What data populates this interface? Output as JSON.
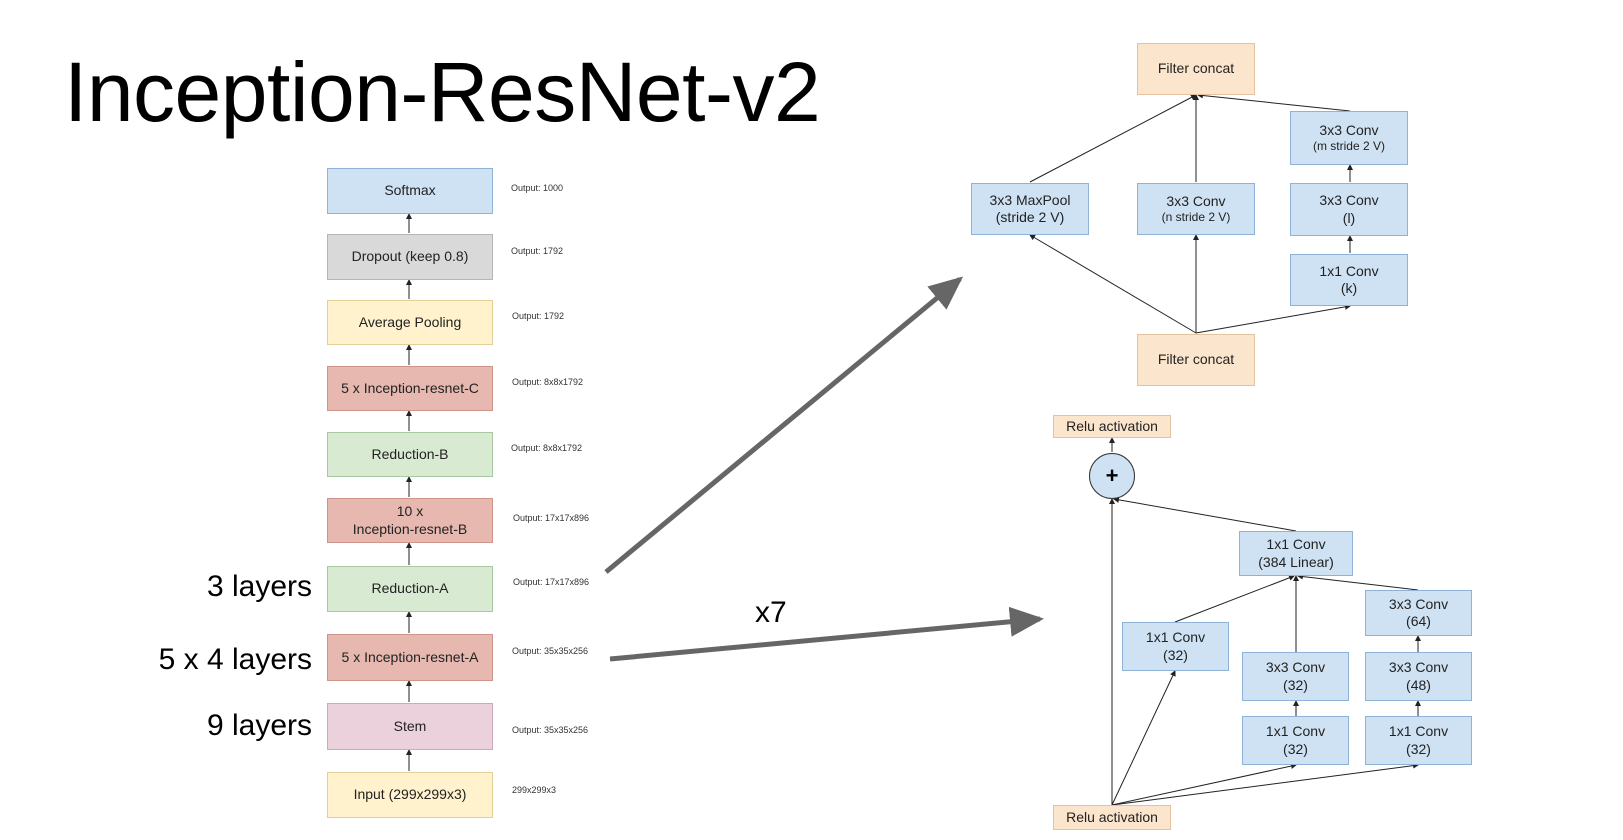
{
  "title": "Inception-ResNet-v2",
  "stack": [
    {
      "label": "Softmax",
      "output": "Output: 1000"
    },
    {
      "label": "Dropout (keep 0.8)",
      "output": "Output: 1792"
    },
    {
      "label": "Average Pooling",
      "output": "Output: 1792"
    },
    {
      "label": "5 x Inception-resnet-C",
      "output": "Output: 8x8x1792"
    },
    {
      "label": "Reduction-B",
      "output": "Output: 8x8x1792"
    },
    {
      "line1": "10 x",
      "line2": "Inception-resnet-B",
      "output": "Output: 17x17x896"
    },
    {
      "label": "Reduction-A",
      "output": "Output: 17x17x896"
    },
    {
      "label": "5 x Inception-resnet-A",
      "output": "Output: 35x35x256"
    },
    {
      "label": "Stem",
      "output": "Output: 35x35x256"
    },
    {
      "label": "Input (299x299x3)",
      "output": "299x299x3"
    }
  ],
  "side_labels": {
    "reduction_a": "3 layers",
    "inception_a": "5 x 4 layers",
    "stem": "9 layers"
  },
  "multiplier": "x7",
  "reduction_a_detail": {
    "top_concat": "Filter concat",
    "bottom_concat": "Filter concat",
    "maxpool": {
      "line1": "3x3 MaxPool",
      "line2": "(stride 2 V)"
    },
    "conv_n": {
      "line1": "3x3 Conv",
      "line2": "(n stride 2 V)"
    },
    "conv_m": {
      "line1": "3x3 Conv",
      "line2": "(m stride 2 V)"
    },
    "conv_l": {
      "line1": "3x3 Conv",
      "line2": "(l)"
    },
    "conv_k": {
      "line1": "1x1 Conv",
      "line2": "(k)"
    }
  },
  "inception_a_detail": {
    "relu_top": "Relu activation",
    "relu_bottom": "Relu activation",
    "plus": "+",
    "linear": {
      "line1": "1x1 Conv",
      "line2": "(384 Linear)"
    },
    "b1": {
      "line1": "1x1 Conv",
      "line2": "(32)"
    },
    "b2_top": {
      "line1": "3x3 Conv",
      "line2": "(32)"
    },
    "b2_bottom": {
      "line1": "1x1 Conv",
      "line2": "(32)"
    },
    "b3_top": {
      "line1": "3x3 Conv",
      "line2": "(64)"
    },
    "b3_mid": {
      "line1": "3x3 Conv",
      "line2": "(48)"
    },
    "b3_bottom": {
      "line1": "1x1 Conv",
      "line2": "(32)"
    }
  },
  "colors": {
    "blue": "#cfe2f3",
    "gray": "#d9d9d9",
    "yellow": "#fff2cc",
    "red": "#e6b8af",
    "green": "#d9ead3",
    "pink": "#ead1dc",
    "peach": "#fce5cd",
    "arrow": "#666666"
  }
}
